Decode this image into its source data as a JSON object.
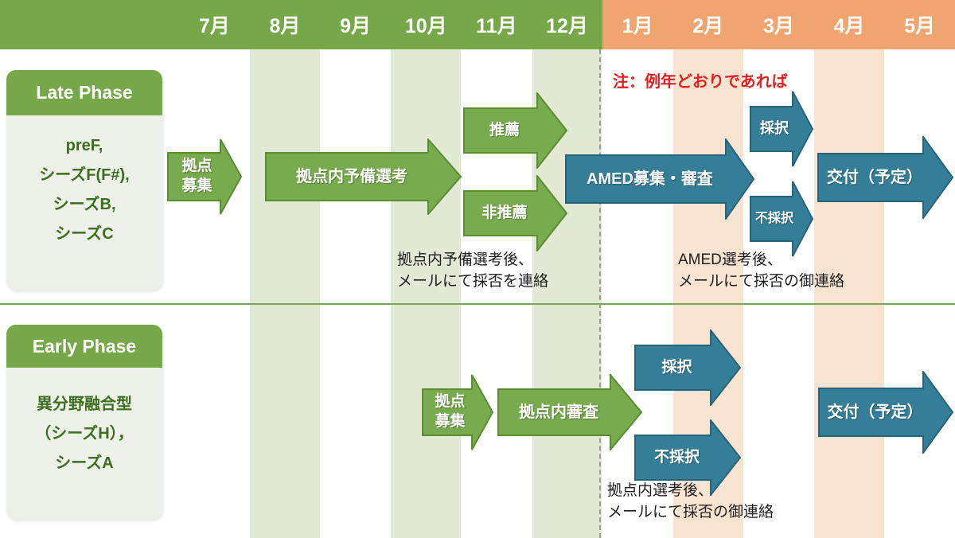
{
  "header": {
    "months": [
      "7月",
      "8月",
      "9月",
      "10月",
      "11月",
      "12月",
      "1月",
      "2月",
      "3月",
      "4月",
      "5月"
    ],
    "first_year_months": 6,
    "second_year_months": 5
  },
  "note": "注：例年どおりであれば",
  "late_phase": {
    "title": "Late Phase",
    "subtitle": "preF,\nシーズF(F#),\nシーズB,\nシーズC",
    "arrows": {
      "kyoten_boshu": "拠点\n募集",
      "yobi_senko": "拠点内予備選考",
      "suisen": "推薦",
      "hisuisen": "非推薦",
      "amed": "AMED募集・審査",
      "saitaku": "採択",
      "fusaitaku": "不採択",
      "kofu": "交付（予定）"
    },
    "annotations": {
      "left": "拠点内予備選考後、\nメールにて採否を連絡",
      "right": "AMED選考後、\nメールにて採否の御連絡"
    }
  },
  "early_phase": {
    "title": "Early Phase",
    "subtitle": "異分野融合型\n（シーズH），\nシーズA",
    "arrows": {
      "kyoten_boshu": "拠点\n募集",
      "shinsa": "拠点内審査",
      "saitaku": "採択",
      "fusaitaku": "不採択",
      "kofu": "交付（予定）"
    },
    "annotation": "拠点内選考後、\nメールにて採否の御連絡"
  },
  "colors": {
    "header_green": "#76a749",
    "header_orange": "#f0a470",
    "stripe_green": "#e2e9d4",
    "stripe_orange": "#f9e4d2",
    "arrow_green": "#77ab4d",
    "arrow_green_border": "#5a8c34",
    "arrow_blue": "#357e97",
    "arrow_blue_border": "#27647c",
    "card_body_bg": "#edf1e9",
    "card_text": "#3c6e1e",
    "note_red": "#e31e1e"
  }
}
